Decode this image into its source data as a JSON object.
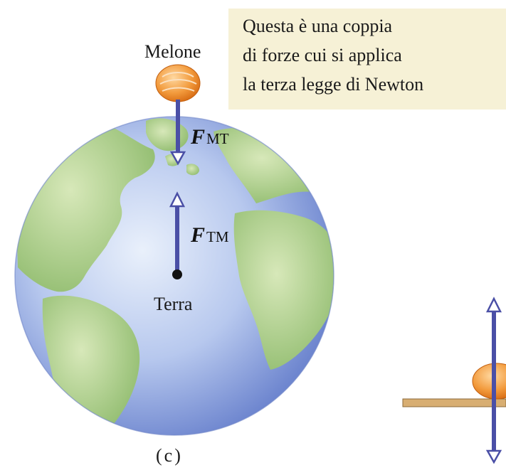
{
  "note": {
    "lines": [
      "Questa è una coppia",
      "di forze cui si applica",
      "la terza legge di Newton"
    ]
  },
  "labels": {
    "melon": "Melone",
    "earth": "Terra",
    "caption": "(c)"
  },
  "forces": {
    "melon_on_earth": {
      "symbol": "F",
      "subscript": "MT"
    },
    "earth_on_melon": {
      "symbol": "F",
      "subscript": "TM"
    }
  },
  "colors": {
    "note_bg": "#f6f1d6",
    "arrow": "#4a4fa6",
    "ocean": "#9fb4e2",
    "land": "#a9cc8a",
    "melon": "#f08a2e",
    "plank": "#d8ae72"
  }
}
